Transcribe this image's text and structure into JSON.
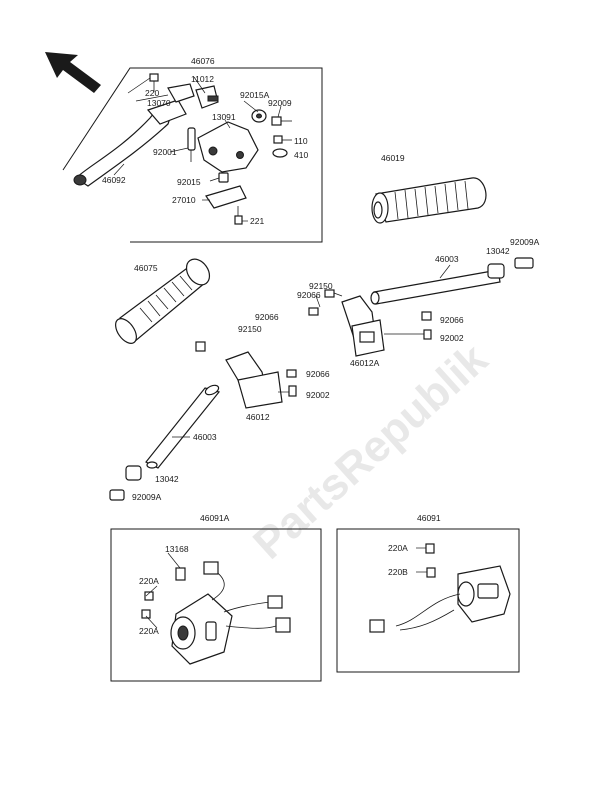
{
  "labels": {
    "l46076": "46076",
    "l220a": "220",
    "l11012": "11012",
    "l13070": "13070",
    "l92015A": "92015A",
    "l92009top": "92009",
    "l13091": "13091",
    "l110": "110",
    "l410": "410",
    "l92001": "92001",
    "l46092": "46092",
    "l92015": "92015",
    "l27010": "27010",
    "l221": "221",
    "l46019": "46019",
    "l13042r": "13042",
    "l92009Ar": "92009A",
    "l46003r": "46003",
    "l46075": "46075",
    "l92150r": "92150",
    "l92066a": "92066",
    "l92066b": "92066",
    "l92150l": "92150",
    "l92066c": "92066",
    "l92002r": "92002",
    "l46012A": "46012A",
    "l92066d": "92066",
    "l92002l": "92002",
    "l46012": "46012",
    "l46003l": "46003",
    "l13042l": "13042",
    "l92009Al": "92009A",
    "l46091A": "46091A",
    "l13168": "13168",
    "l220Aa": "220A",
    "l220Ab": "220A",
    "l46091": "46091",
    "l220Ac": "220A",
    "l220B": "220B"
  },
  "watermark": "PartsRepublik",
  "colors": {
    "ink": "#1a1a1a",
    "background": "#ffffff",
    "watermark": "#d6d6d6"
  }
}
